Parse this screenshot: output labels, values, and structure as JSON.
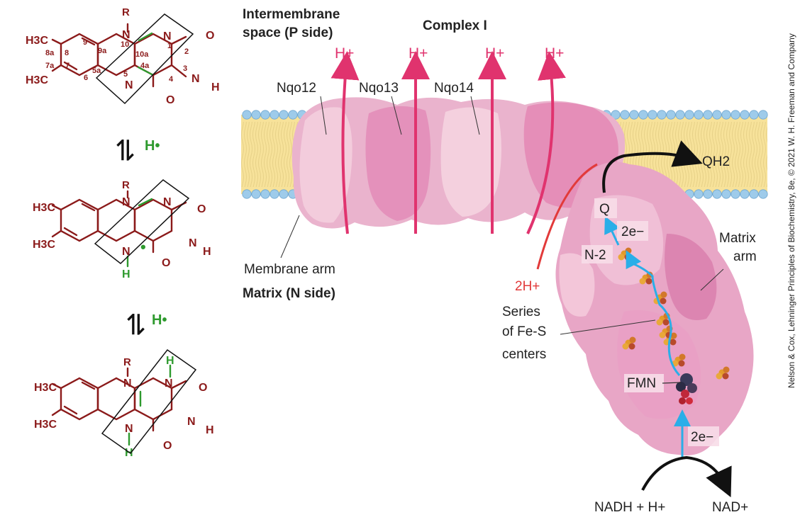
{
  "left_panel": {
    "structures": [
      {
        "r_label": "R",
        "methyl_top": "H3C",
        "methyl_bottom": "H3C",
        "n_labels": [
          "N",
          "N",
          "N",
          "N"
        ],
        "o_labels": [
          "O",
          "O"
        ],
        "h_labels": [
          "H"
        ],
        "ring_numbers": [
          "8a",
          "8",
          "9",
          "9a",
          "10",
          "10a",
          "1",
          "2",
          "3",
          "4",
          "4a",
          "5",
          "5a",
          "6",
          "7",
          "7a"
        ]
      },
      {
        "r_label": "R",
        "methyl_top": "H3C",
        "methyl_bottom": "H3C",
        "n_labels": [
          "N",
          "N",
          "N",
          "N"
        ],
        "o_labels": [
          "O",
          "O"
        ],
        "h_labels": [
          "H",
          "H"
        ],
        "radical_dot": "•"
      },
      {
        "r_label": "R",
        "methyl_top": "H3C",
        "methyl_bottom": "H3C",
        "n_labels": [
          "N",
          "N",
          "N",
          "N"
        ],
        "o_labels": [
          "O",
          "O"
        ],
        "h_labels": [
          "H",
          "H",
          "H"
        ]
      }
    ],
    "equilibria": [
      {
        "symbol": "⇌",
        "reagent": "H•"
      },
      {
        "symbol": "⇌",
        "reagent": "H•"
      }
    ]
  },
  "right_panel": {
    "intermembrane_label": "Intermembrane",
    "intermembrane_label_2": "space (P side)",
    "complex_title": "Complex I",
    "proton_labels": [
      "H+",
      "H+",
      "H+",
      "H+"
    ],
    "subunits": [
      "Nqo12",
      "Nqo13",
      "Nqo14"
    ],
    "membrane_arm": "Membrane arm",
    "matrix_side": "Matrix (N side)",
    "qh2": "QH2",
    "q": "Q",
    "two_e_top": "2e−",
    "n2": "N-2",
    "two_h_plus": "2H+",
    "matrix_arm": "Matrix",
    "matrix_arm_2": "arm",
    "series_1": "Series",
    "series_2": "of Fe-S",
    "series_3": "centers",
    "fmn": "FMN",
    "two_e_bottom": "2e−",
    "nadh": "NADH + H+",
    "nad": "NAD+"
  },
  "credit": "Nelson & Cox, Lehninger Principles of Biochemistry, 8e, © 2021 W. H. Freeman and Company",
  "colors": {
    "flavin": "#8b1a1a",
    "green_h": "#2e9a2e",
    "proton_arrow": "#e0336e",
    "red_label": "#e23a3a",
    "membrane": "#f7e29a",
    "lipid_head": "#9ecbea",
    "electron_path": "#2aaee8",
    "protein": "#e8a6c6"
  }
}
